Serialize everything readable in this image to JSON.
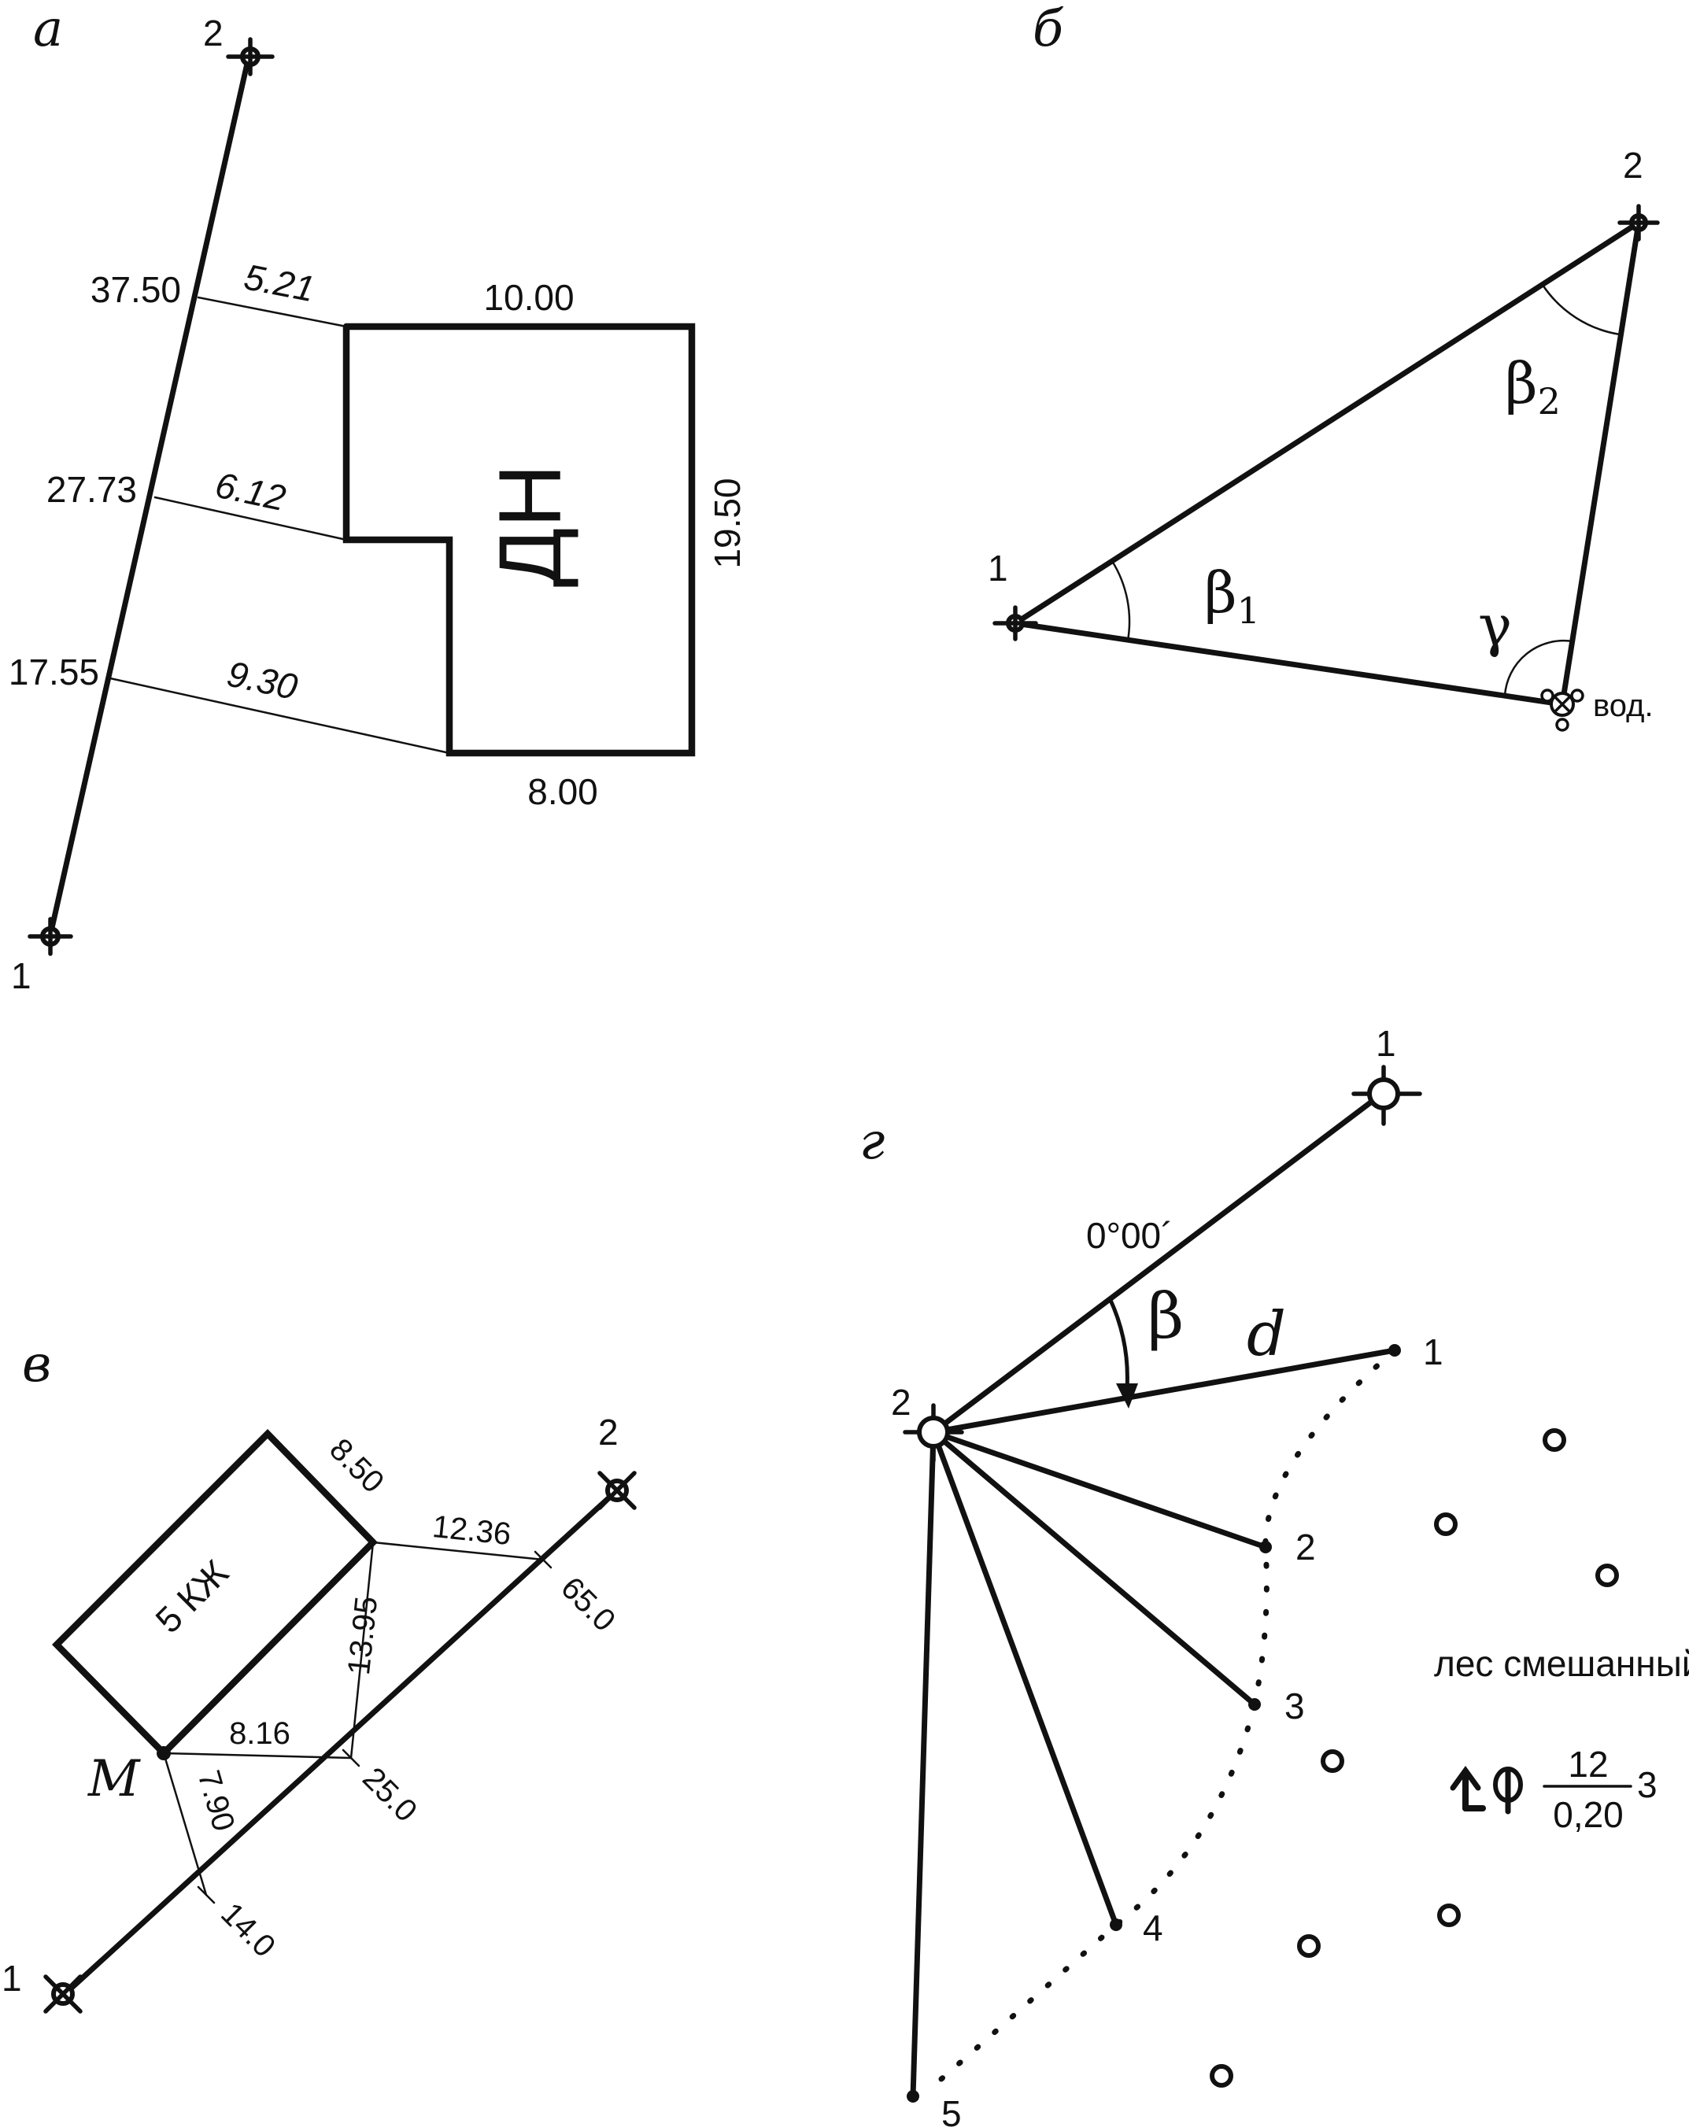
{
  "panel_a": {
    "label": "а",
    "station_start": "1",
    "station_end": "2",
    "chainages": [
      "37.50",
      "27.73",
      "17.55"
    ],
    "offsets": [
      "5.21",
      "6.12",
      "9.30"
    ],
    "building_top": "10.00",
    "building_bottom": "8.00",
    "building_side": "19.50",
    "building_code": "ДН"
  },
  "panel_b": {
    "label": "б",
    "station_1": "1",
    "station_2": "2",
    "angle_beta1_sym": "β",
    "angle_beta1_sub": "1",
    "angle_beta2_sym": "β",
    "angle_beta2_sub": "2",
    "angle_gamma": "γ",
    "landmark": "вод."
  },
  "panel_v": {
    "label": "в",
    "station_start": "1",
    "station_end": "2",
    "building_code": "5 КЖ",
    "building_side": "8.50",
    "corner_point": "M",
    "measure_a": "12.36",
    "measure_b": "13.95",
    "measure_c": "8.16",
    "measure_d": "7.90",
    "chainage_a": "65.0",
    "chainage_b": "25.0",
    "chainage_c": "14.0"
  },
  "panel_g": {
    "label": "г",
    "station_ref": "1",
    "station_origin": "2",
    "zero_direction": "0°00´",
    "angle_beta": "β",
    "distance_d": "d",
    "points": [
      "1",
      "2",
      "3",
      "4",
      "5"
    ],
    "forest_label": "лес смешанный",
    "forest_numerator": "12",
    "forest_denominator": "0,20",
    "forest_spacing": "3"
  }
}
